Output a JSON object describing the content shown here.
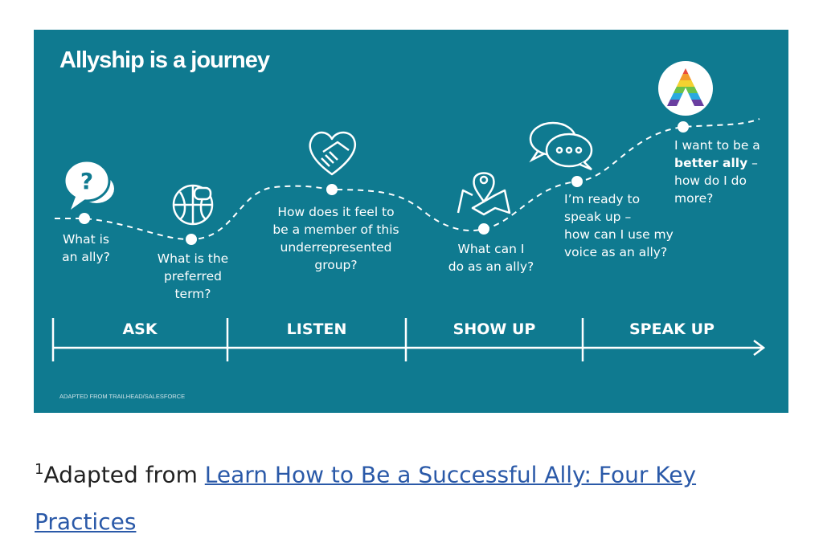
{
  "diagram": {
    "title": "Allyship is a journey",
    "steps": [
      {
        "lines": [
          "What is",
          "an ally?"
        ],
        "icon": "question-bubbles-icon"
      },
      {
        "lines": [
          "What is the",
          "preferred",
          "term?"
        ],
        "icon": "globe-speech-icon"
      },
      {
        "lines": [
          "How does it feel to",
          "be a member of this",
          "underrepresented",
          "group?"
        ],
        "icon": "heart-handshake-icon"
      },
      {
        "lines": [
          "What can I",
          "do as an ally?"
        ],
        "icon": "map-pin-icon"
      },
      {
        "lines": [
          "I’m ready to",
          "speak up –",
          "how can I use my",
          "voice as an ally?"
        ],
        "icon": "chat-bubbles-icon"
      },
      {
        "line1": "I want to be a",
        "bold": "better ally",
        "dash": " –",
        "line3": "how do I do",
        "line4": "more?",
        "icon": "rainbow-a-logo-icon"
      }
    ],
    "stages": [
      "ASK",
      "LISTEN",
      "SHOW UP",
      "SPEAK UP"
    ],
    "credit": "ADAPTED FROM TRAILHEAD/SALESFORCE"
  },
  "footnote": {
    "number": "1",
    "prefix": "Adapted from ",
    "link_text_line1": "Learn How to Be a Successful Ally: Four Key ",
    "link_text_line2": "Practices"
  }
}
